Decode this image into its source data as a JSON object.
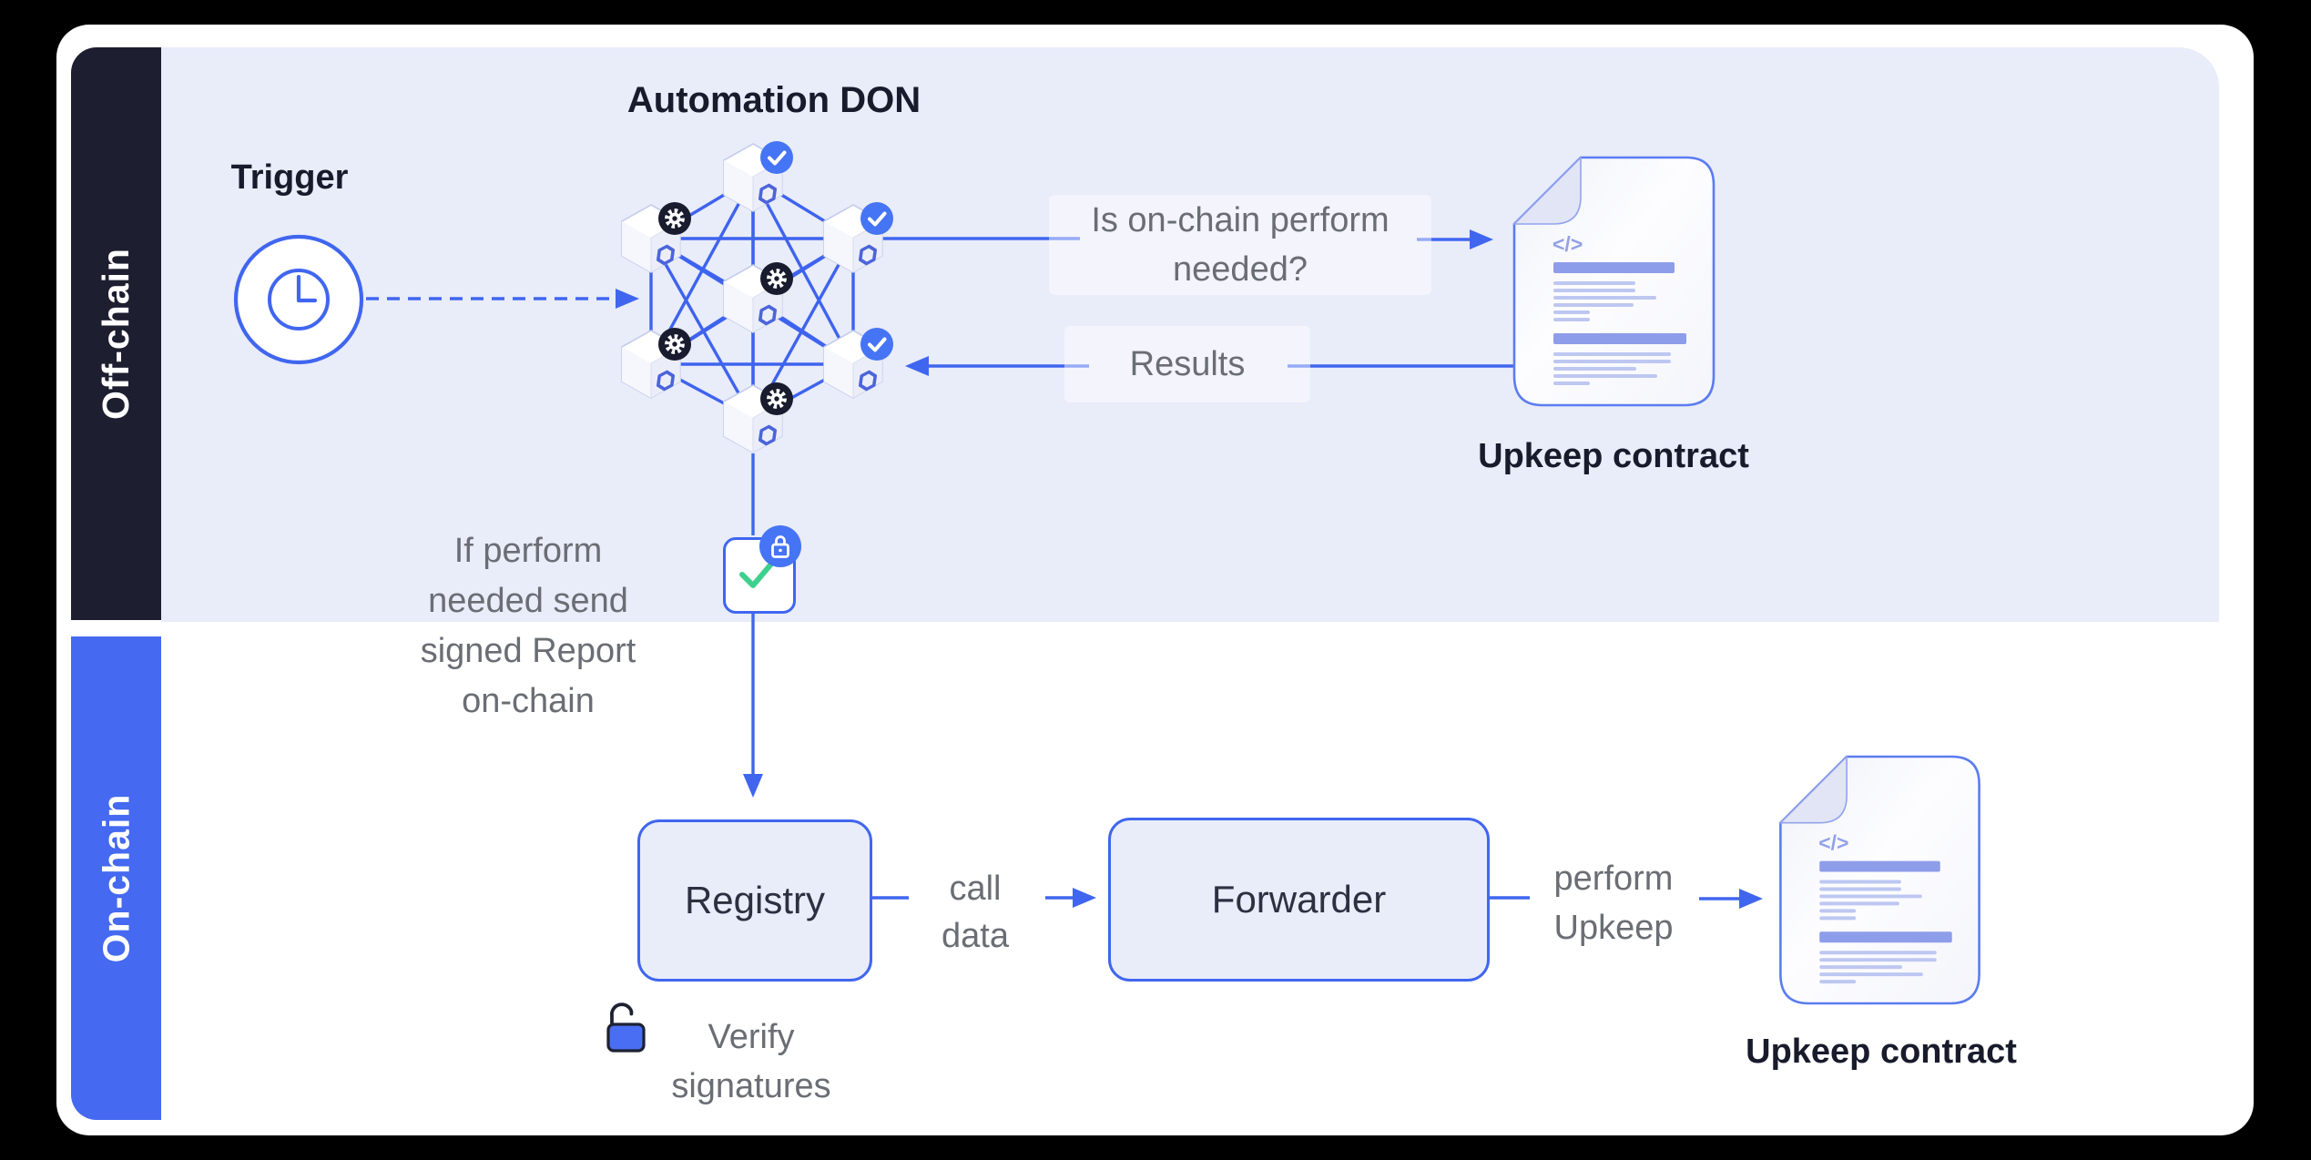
{
  "sidebars": {
    "off_chain": {
      "label": "Off-chain",
      "color": "#1d1f30"
    },
    "on_chain": {
      "label": "On-chain",
      "color": "#4569f0"
    }
  },
  "off_chain": {
    "don_title": "Automation DON",
    "trigger_label": "Trigger",
    "question_line1": "Is on-chain perform",
    "question_line2": "needed?",
    "results_label": "Results",
    "upkeep_contract_label": "Upkeep contract",
    "report_note_line1": "If perform",
    "report_note_line2": "needed send",
    "report_note_line3": "signed Report",
    "report_note_line4": "on-chain"
  },
  "on_chain": {
    "registry_label": "Registry",
    "call_data_line1": "call",
    "call_data_line2": "data",
    "forwarder_label": "Forwarder",
    "perform_upkeep_line1": "perform",
    "perform_upkeep_line2": "Upkeep",
    "verify_line1": "Verify",
    "verify_line2": "signatures",
    "upkeep_contract_label": "Upkeep contract"
  },
  "don": {
    "nodes": [
      {
        "id": "top",
        "badge": "check"
      },
      {
        "id": "top-left",
        "badge": "gear"
      },
      {
        "id": "top-right",
        "badge": "check"
      },
      {
        "id": "center",
        "badge": "gear"
      },
      {
        "id": "bottom-left",
        "badge": "gear"
      },
      {
        "id": "bottom-right",
        "badge": "check"
      },
      {
        "id": "bottom",
        "badge": "gear"
      }
    ]
  },
  "icons": {
    "code_glyph": "</>",
    "clock": "clock-icon",
    "check_badge": "check-badge-icon",
    "gear_badge": "gear-badge-icon",
    "lock_badge": "lock-badge-icon",
    "unlock": "unlock-icon",
    "green_check": "green-check-icon",
    "document": "upkeep-contract-document-icon"
  },
  "colors": {
    "accent_blue": "#4066ef",
    "badge_blue": "#4574f5",
    "badge_dark": "#191b2e",
    "panel_lavender": "#e9ecf9",
    "sidebar_dark": "#1d1f30",
    "sidebar_blue": "#4569f0",
    "box_fill": "#e9edfa",
    "success_green": "#3ed08e",
    "text_dark": "#181b2b",
    "text_gray": "#6a6e74",
    "doc_accent": "#8e9de9"
  }
}
